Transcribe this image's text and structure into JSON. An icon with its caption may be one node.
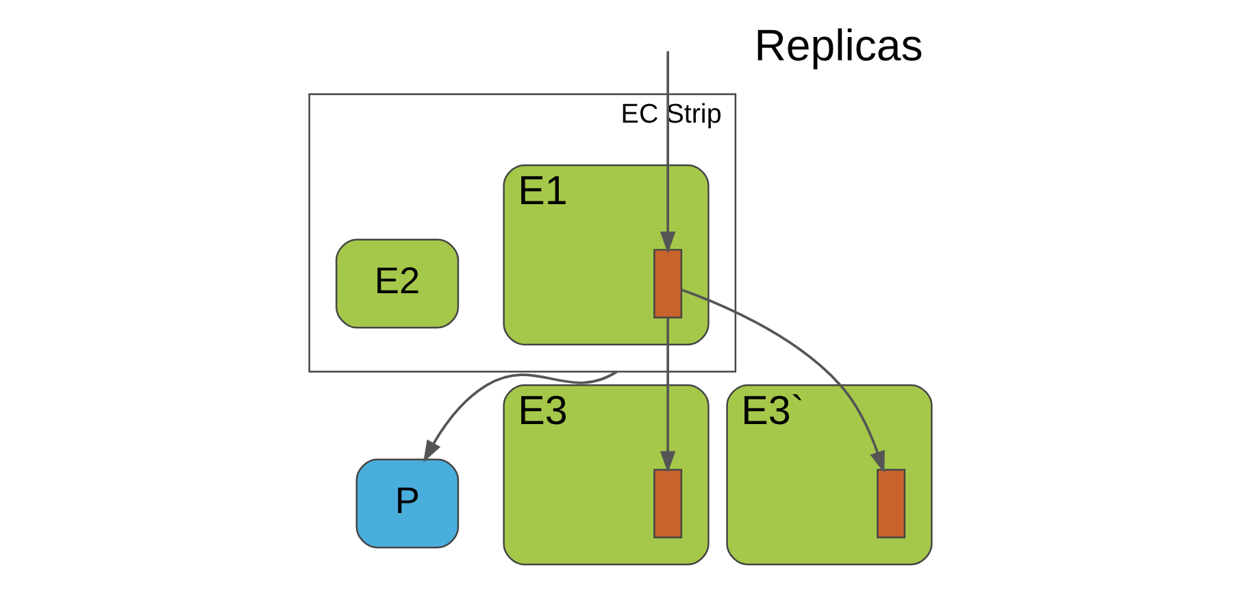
{
  "diagram": {
    "nodes": [
      {
        "text": [
          "EC Strip"
        ]
      },
      {
        "text": [
          "E1"
        ],
        "in": 0
      },
      {
        "text": [],
        "shape": "bar",
        "in": 1
      },
      {
        "text": [
          "E2"
        ],
        "in": 0
      },
      {
        "text": [
          "P"
        ]
      },
      {
        "text": [
          "E3"
        ]
      },
      {
        "text": [],
        "shape": "bar",
        "in": 5
      },
      {
        "text": [
          "E3`"
        ]
      },
      {
        "text": [],
        "shape": "bar",
        "in": 7
      }
    ],
    "edges": [
      {
        "from": null,
        "to": 2,
        "arrow": "to"
      },
      {
        "from": 0,
        "to": 4,
        "arrow": "to"
      },
      {
        "from": 2,
        "to": 6,
        "arrow": "to"
      },
      {
        "from": 2,
        "to": 8,
        "arrow": "to"
      }
    ],
    "labels": [
      "Replicas"
    ]
  }
}
